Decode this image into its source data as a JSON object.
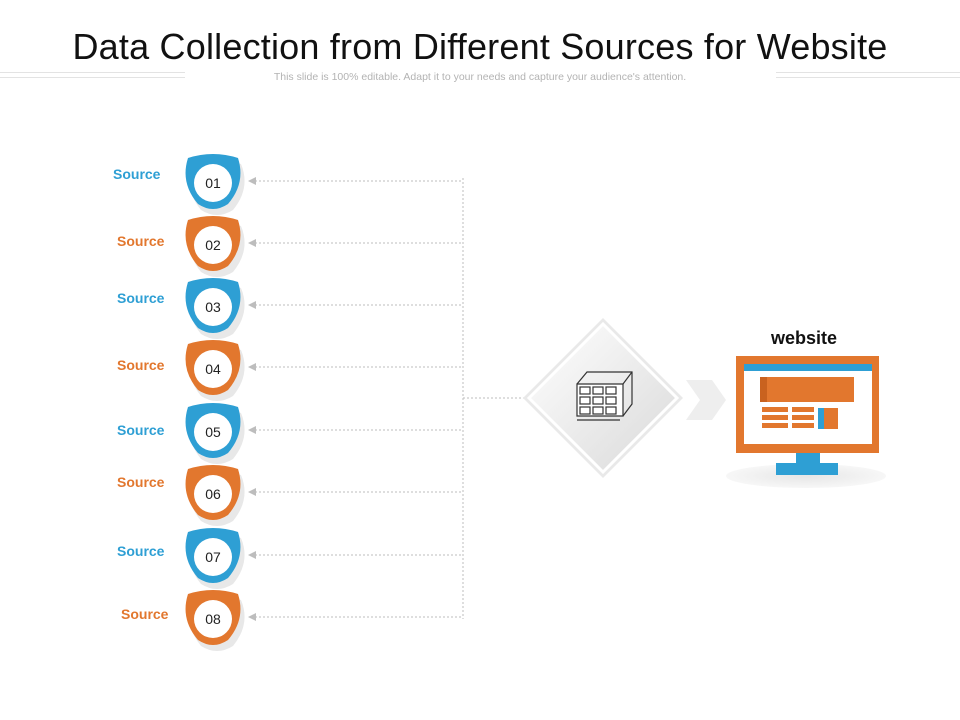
{
  "header": {
    "title": "Data Collection from Different Sources for Website",
    "subtitle": "This slide is 100% editable. Adapt it to your needs and capture your audience's attention."
  },
  "colors": {
    "blue": "#2e9fd4",
    "orange": "#e2772e",
    "connector": "#bdbdbd"
  },
  "sources": [
    {
      "label": "Source",
      "number": "01",
      "color": "blue"
    },
    {
      "label": "Source",
      "number": "02",
      "color": "orange"
    },
    {
      "label": "Source",
      "number": "03",
      "color": "blue"
    },
    {
      "label": "Source",
      "number": "04",
      "color": "orange"
    },
    {
      "label": "Source",
      "number": "05",
      "color": "blue"
    },
    {
      "label": "Source",
      "number": "06",
      "color": "orange"
    },
    {
      "label": "Source",
      "number": "07",
      "color": "blue"
    },
    {
      "label": "Source",
      "number": "08",
      "color": "orange"
    }
  ],
  "hub": {
    "icon": "database-cube-icon"
  },
  "destination": {
    "label": "website",
    "icon": "monitor-website-icon"
  }
}
